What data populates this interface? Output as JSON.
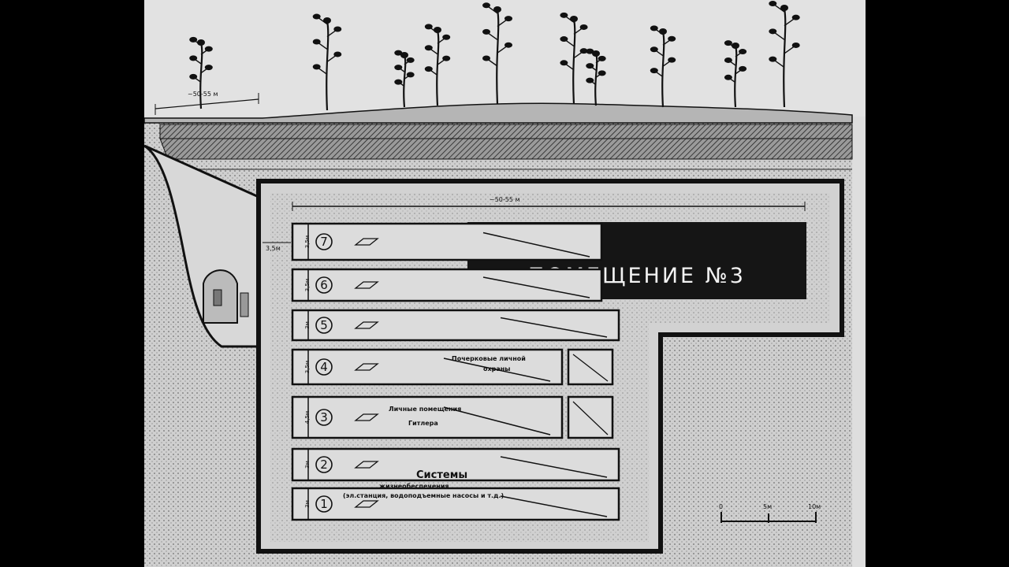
{
  "diagram": {
    "surface_dimension": "~50-55 м",
    "top_dimension": "~50-55 м",
    "side_dimension": "3,5м",
    "title": "ПОМЕЩЕНИЕ №3",
    "levels": [
      {
        "num": "7",
        "height": "3,5м"
      },
      {
        "num": "6",
        "height": "3,5м"
      },
      {
        "num": "5",
        "height": "3м"
      },
      {
        "num": "4",
        "height": "3,5м"
      },
      {
        "num": "3",
        "height": "4,5м"
      },
      {
        "num": "2",
        "height": "3м"
      },
      {
        "num": "1",
        "height": "3м"
      }
    ],
    "labels": {
      "level4_line1": "Почерковые личной",
      "level4_line2": "охраны",
      "level3_line1": "Личные помещения",
      "level3_line2": "Гитлера",
      "systems_line1": "Системы",
      "systems_line2": "жизнеобеспечения",
      "systems_line3": "(эл.станция, водоподъемные насосы и т.д.)"
    },
    "scale": {
      "zero": "0",
      "mid": "5м",
      "end": "10м"
    }
  }
}
